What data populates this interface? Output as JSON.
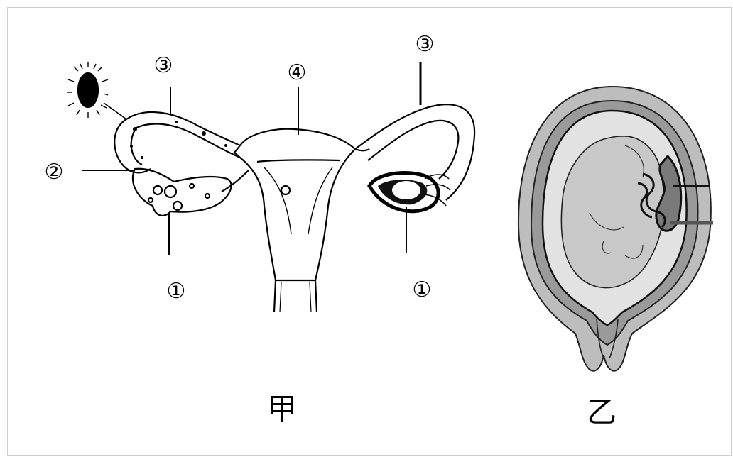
{
  "figure_jia": {
    "caption": "甲",
    "labels": {
      "ovary_left": "①",
      "ovary_right": "①",
      "ovum": "②",
      "oviduct_left": "③",
      "oviduct_right": "③",
      "uterus": "④"
    }
  },
  "figure_yi": {
    "caption": "乙"
  }
}
